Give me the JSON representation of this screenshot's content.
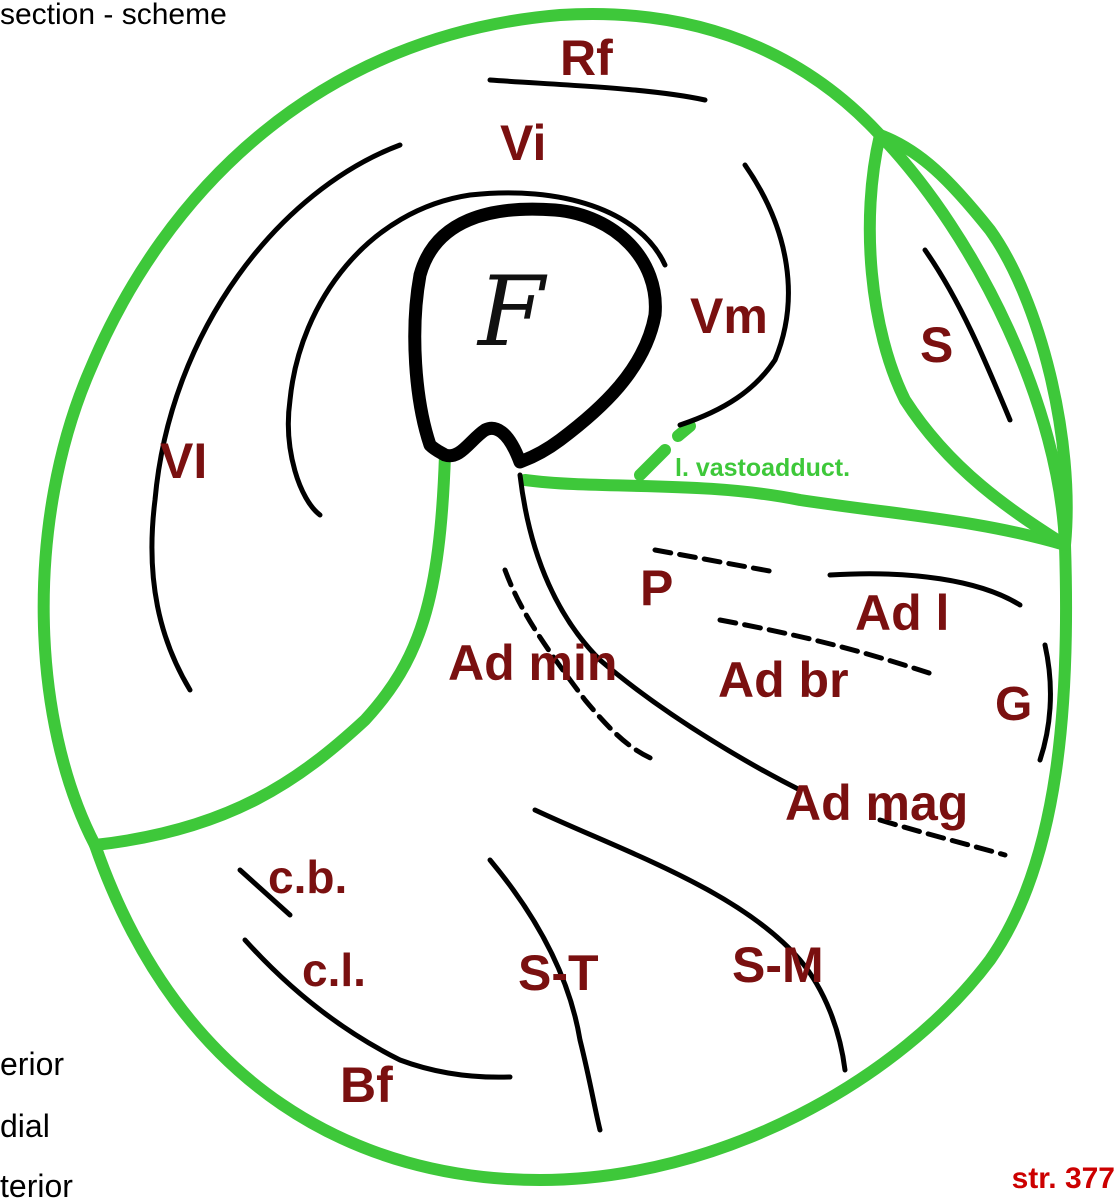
{
  "caption": "section - scheme",
  "femur_label": "F",
  "labels": {
    "rf": "Rf",
    "vi": "Vi",
    "vm": "Vm",
    "vl": "VI",
    "s": "S",
    "vastoadduct": "l. vastoadduct.",
    "p": "P",
    "ad_l": "Ad l",
    "ad_min": "Ad min",
    "ad_br": "Ad br",
    "g": "G",
    "ad_mag": "Ad mag",
    "cb": "c.b.",
    "cl": "c.l.",
    "st": "S-T",
    "sm": "S-M",
    "bf": "Bf"
  },
  "legend": [
    "erior",
    "dial",
    "terior"
  ],
  "page_ref": "str. 377",
  "colors": {
    "fascia": "#3ec83a",
    "muscle_label": "#7a1010",
    "page_ref": "#cc0000"
  }
}
